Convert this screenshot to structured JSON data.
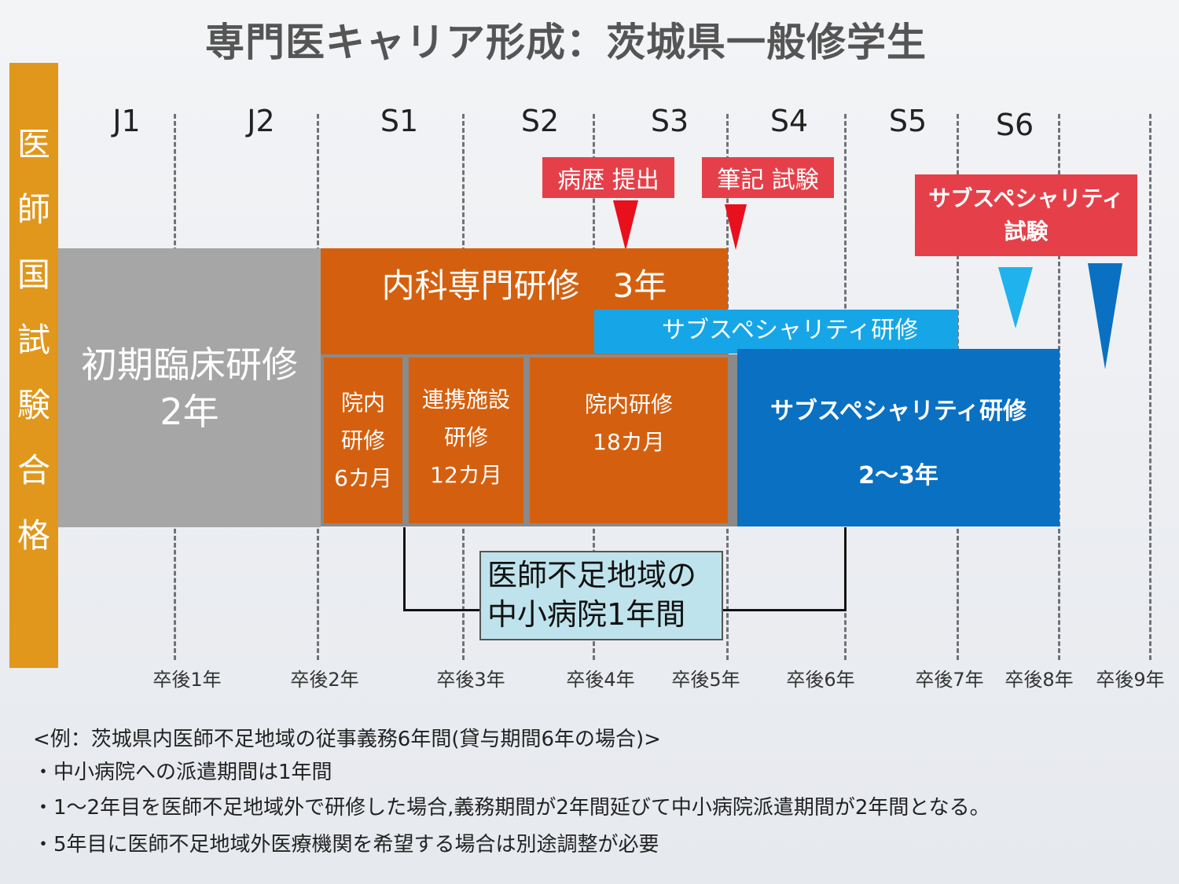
{
  "title": "専門医キャリア形成：茨城県一般修学生",
  "side_label": [
    "医",
    "師",
    "国",
    "試",
    "験",
    "合",
    "格"
  ],
  "years": [
    "J1",
    "J2",
    "S1",
    "S2",
    "S3",
    "S4",
    "S5",
    "S6"
  ],
  "graduation_labels": [
    "卒後1年",
    "卒後2年",
    "卒後3年",
    "卒後4年",
    "卒後5年",
    "卒後6年",
    "卒後7年",
    "卒後8年",
    "卒後9年"
  ],
  "events": {
    "case_report": "病歴 提出",
    "written_exam": "筆記 試験",
    "subspecialty_exam_line1": "サブスペシャリティ",
    "subspecialty_exam_line2": "試験"
  },
  "blocks": {
    "initial_training_line1": "初期臨床研修",
    "initial_training_line2": "2年",
    "internal_medicine": "内科専門研修　3年",
    "subspecialty_overlap": "サブスペシャリティ研修",
    "inhouse_6": [
      "院内",
      "研修",
      "6カ月"
    ],
    "affiliated_12": [
      "連携施設",
      "研修",
      "12カ月"
    ],
    "inhouse_18": [
      "院内研修",
      "18カ月"
    ],
    "subspecialty_main_line1": "サブスペシャリティ研修",
    "subspecialty_main_line2": "2～3年"
  },
  "shortage_box": [
    "医師不足地域の",
    "中小病院1年間"
  ],
  "notes": [
    "<例：茨城県内医師不足地域の従事義務6年間(貸与期間6年の場合)>",
    "・中小病院への派遣期間は1年間",
    "・1～2年目を医師不足地域外で研修した場合,義務期間が2年間延びて中小病院派遣期間が2年間となる。",
    "・5年目に医師不足地域外医療機関を希望する場合は別途調整が必要"
  ],
  "colors": {
    "side_bar": "#e0971c",
    "initial_training": "#a6a6a6",
    "internal_medicine": "#d4600f",
    "subspecialty_light": "#16a6e8",
    "subspecialty_dark": "#0a70c2",
    "event_red": "#e5404a",
    "shortage_box": "#bfe3ec"
  }
}
